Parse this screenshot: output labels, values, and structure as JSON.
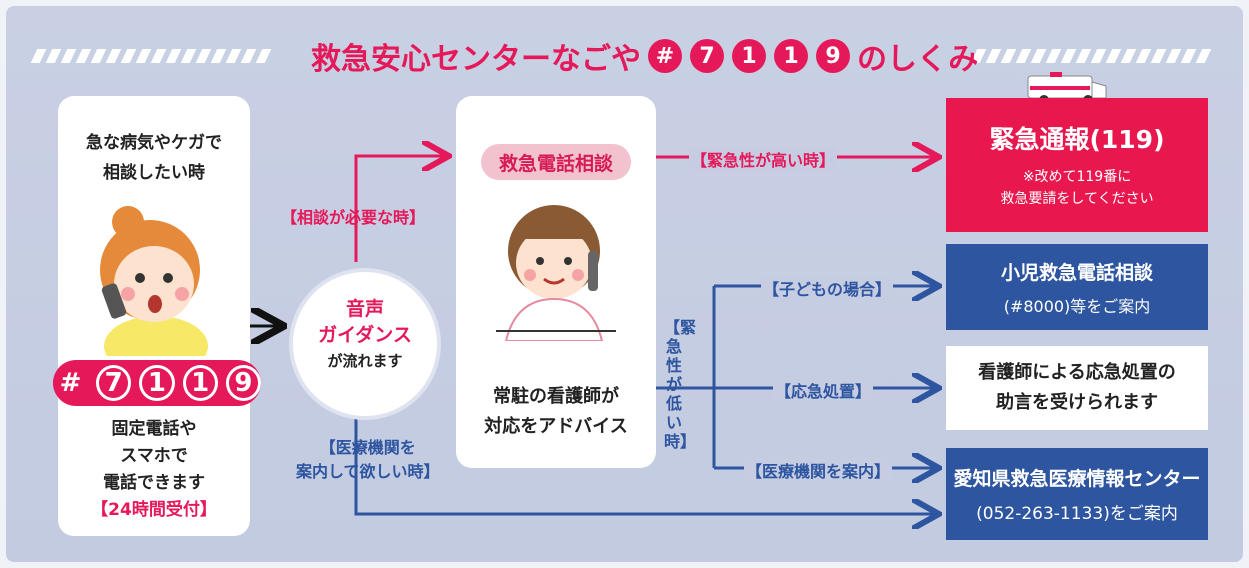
{
  "title": {
    "text": "救急安心センターなごや",
    "digits": [
      "#",
      "7",
      "1",
      "1",
      "9"
    ],
    "suffix": "のしくみ"
  },
  "left_card": {
    "top_line1": "急な病気やケガで",
    "top_line2": "相談したい時",
    "badge_chars": [
      "#",
      "7",
      "1",
      "1",
      "9"
    ],
    "bottom_line1": "固定電話や",
    "bottom_line2": "スマホで",
    "bottom_line3": "電話できます",
    "hours": "【24時間受付】"
  },
  "voice": {
    "line1": "音声",
    "line2": "ガイダンス",
    "line3": "が流れます"
  },
  "labels": {
    "consult_needed": "【相談が必要な時】",
    "medical_guidance_l1": "【医療機関を",
    "medical_guidance_l2": "案内して欲しい時】",
    "high_urgency": "【緊急性が高い時】",
    "low_urgency": "【緊急性が低い時】",
    "child_case": "【子どもの場合】",
    "first_aid": "【応急処置】",
    "hospital_guide": "【医療機関を案内】"
  },
  "nurse_card": {
    "pill": "救急電話相談",
    "line1": "常駐の看護師が",
    "line2": "対応をアドバイス"
  },
  "outcomes": {
    "emergency_title": "緊急通報(119)",
    "emergency_note1": "※改めて119番に",
    "emergency_note2": "救急要請をしてください",
    "child_title": "小児救急電話相談",
    "child_sub": "(#8000)等をご案内",
    "first_aid_line1": "看護師による応急処置の",
    "first_aid_line2": "助言を受けられます",
    "info_center_title": "愛知県救急医療情報センター",
    "info_center_sub": "(052-263-1133)をご案内"
  },
  "colors": {
    "pink": "#e5195a",
    "blue": "#2e55a0",
    "panel": "#c6cde2"
  }
}
